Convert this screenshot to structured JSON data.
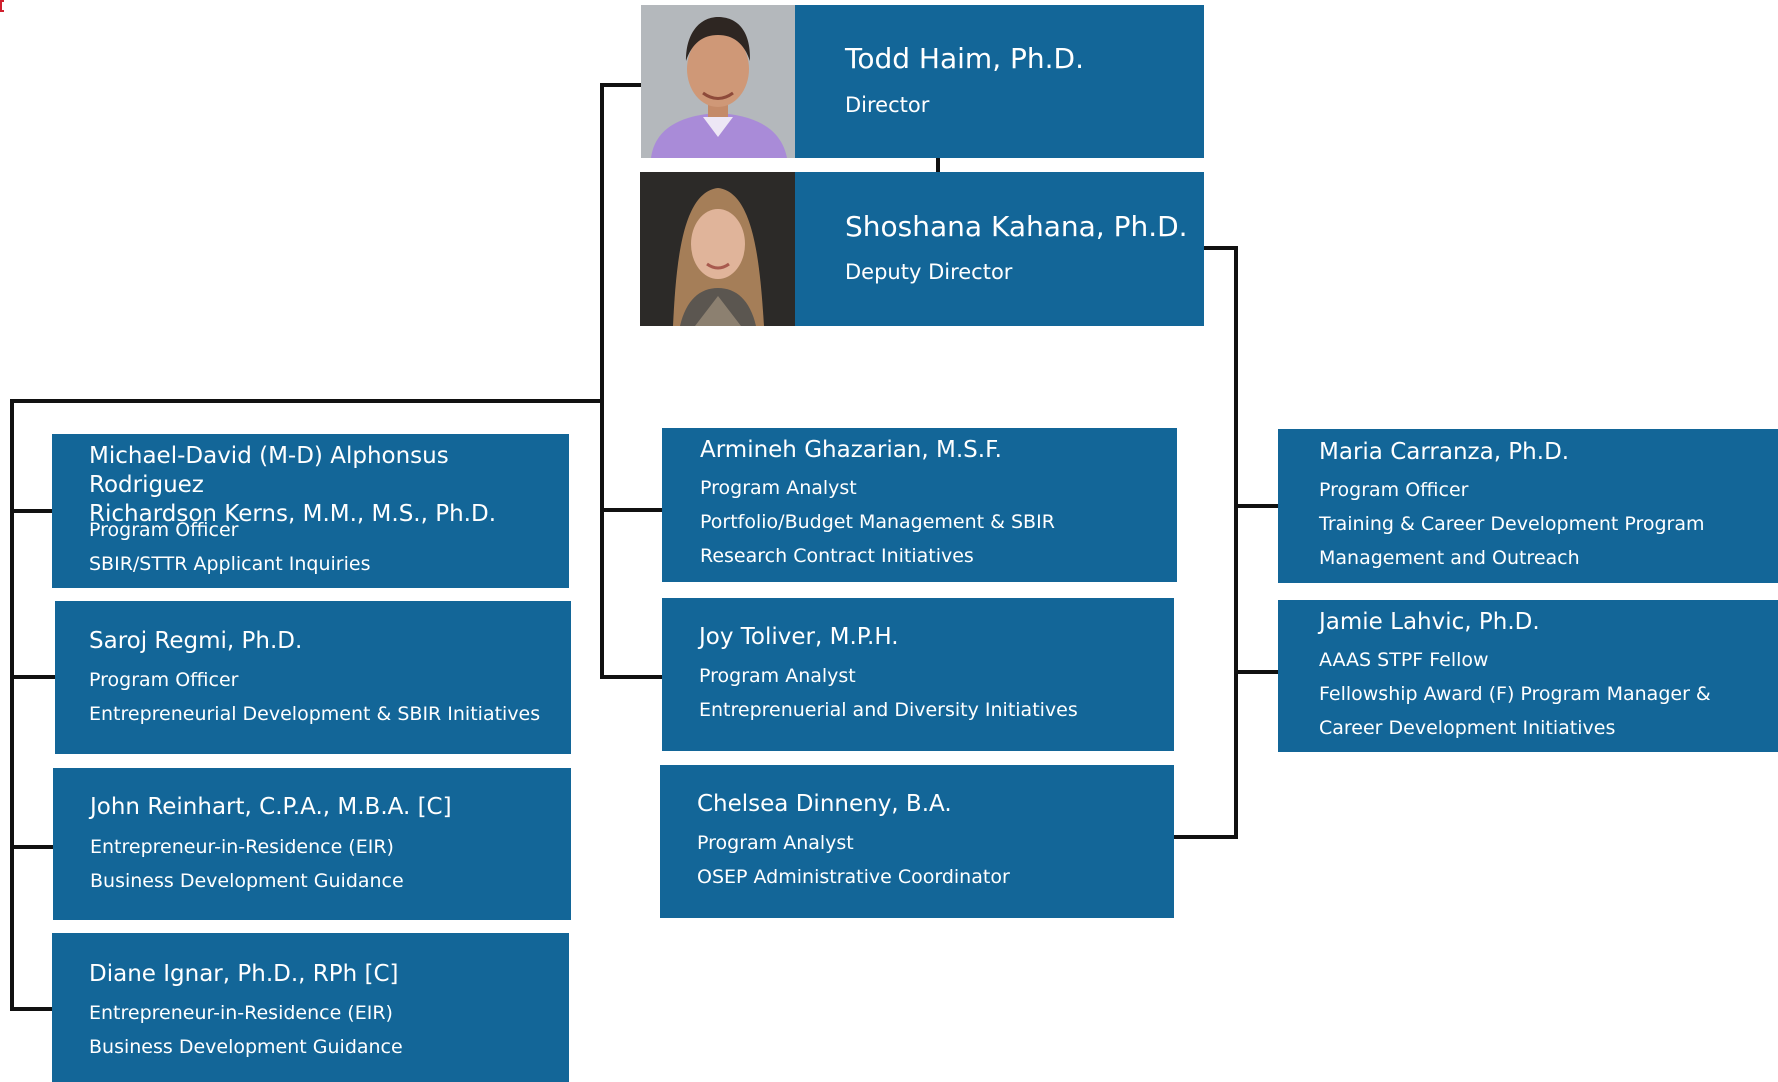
{
  "colors": {
    "card": "#136698",
    "line": "#111111",
    "text": "#ffffff"
  },
  "leaders": {
    "director": {
      "name": "Todd Haim, Ph.D.",
      "title": "Director"
    },
    "deputy": {
      "name": "Shoshana Kahana, Ph.D.",
      "title": "Deputy Director"
    }
  },
  "staff": {
    "left": [
      {
        "name": "Michael-David (M-D) Alphonsus Rodriguez\nRichardson Kerns, M.M., M.S., Ph.D.",
        "roles": "Program Officer\nSBIR/STTR Applicant Inquiries"
      },
      {
        "name": "Saroj Regmi, Ph.D.",
        "roles": "Program Officer\nEntrepreneurial Development & SBIR Initiatives"
      },
      {
        "name": "John Reinhart, C.P.A., M.B.A. [C]",
        "roles": "Entrepreneur-in-Residence (EIR)\nBusiness Development Guidance"
      },
      {
        "name": "Diane Ignar, Ph.D., RPh [C]",
        "roles": "Entrepreneur-in-Residence (EIR)\nBusiness Development Guidance"
      }
    ],
    "middle": [
      {
        "name": "Armineh Ghazarian, M.S.F.",
        "roles": "Program Analyst\nPortfolio/Budget Management & SBIR\nResearch Contract Initiatives"
      },
      {
        "name": "Joy Toliver, M.P.H.",
        "roles": "Program Analyst\nEntreprenuerial and Diversity Initiatives"
      },
      {
        "name": "Chelsea Dinneny, B.A.",
        "roles": "Program Analyst\nOSEP Administrative Coordinator"
      }
    ],
    "right": [
      {
        "name": "Maria Carranza, Ph.D.",
        "roles": "Program Officer\nTraining & Career Development Program\nManagement and Outreach"
      },
      {
        "name": "Jamie Lahvic, Ph.D.",
        "roles": "AAAS STPF Fellow\nFellowship Award (F) Program Manager &\nCareer Development Initiatives"
      }
    ]
  }
}
